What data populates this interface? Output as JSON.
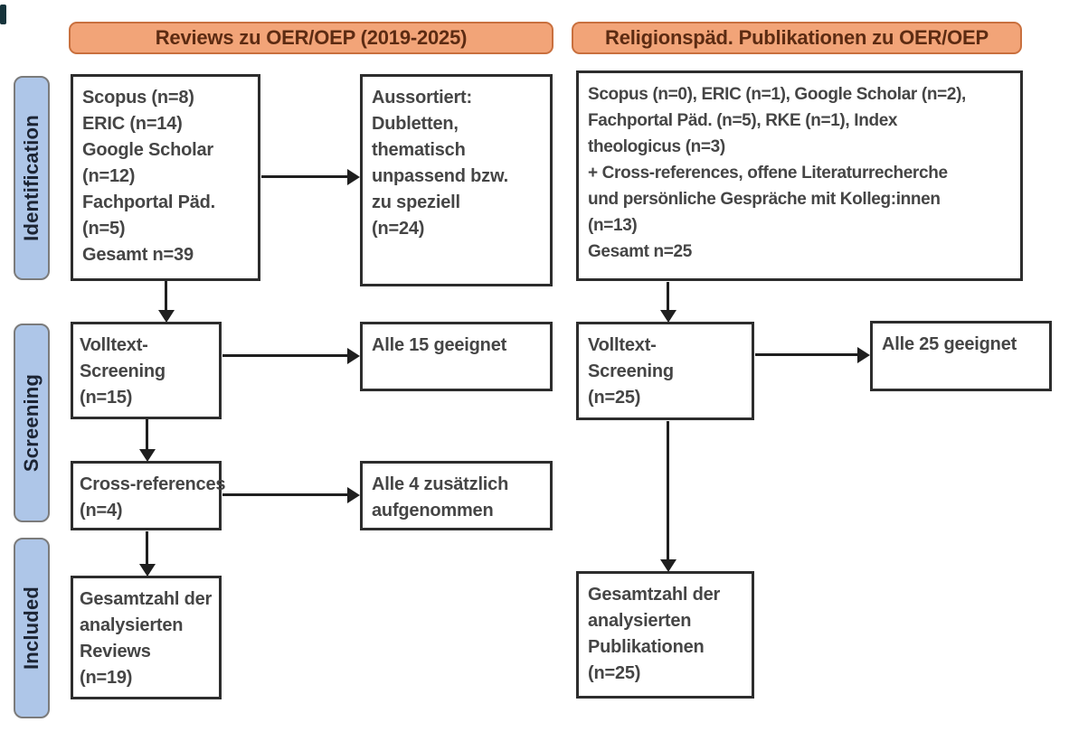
{
  "headers": {
    "left_group": "Reviews zu OER/OEP (2019-2025)",
    "right_group": "Religionspäd. Publikationen zu OER/OEP"
  },
  "stages": {
    "identification": "Identification",
    "screening": "Screening",
    "included": "Included"
  },
  "boxes": {
    "reviews_sources": {
      "lines": [
        "Scopus (n=8)",
        "ERIC (n=14)",
        "Google Scholar",
        "(n=12)",
        "Fachportal Päd.",
        "(n=5)",
        "Gesamt n=39"
      ]
    },
    "reviews_excluded": {
      "lines": [
        "Aussortiert:",
        "Dubletten,",
        "thematisch",
        "unpassend bzw.",
        "zu speziell",
        "(n=24)"
      ]
    },
    "reviews_fulltext": {
      "lines": [
        "Volltext-",
        "Screening",
        "(n=15)"
      ]
    },
    "reviews_fulltext_result": {
      "lines": [
        "Alle 15 geeignet"
      ]
    },
    "reviews_crossref": {
      "lines": [
        "Cross-references",
        "(n=4)"
      ]
    },
    "reviews_crossref_result": {
      "lines": [
        "Alle 4 zusätzlich",
        "aufgenommen"
      ]
    },
    "reviews_included": {
      "lines": [
        "Gesamtzahl der",
        "analysierten",
        "Reviews",
        "(n=19)"
      ]
    },
    "pubs_sources": {
      "lines": [
        "Scopus (n=0), ERIC (n=1), Google Scholar (n=2),",
        "Fachportal Päd. (n=5), RKE (n=1), Index",
        "theologicus (n=3)",
        "+ Cross-references, offene Literaturrecherche",
        "und persönliche Gespräche mit Kolleg:innen",
        "(n=13)",
        "Gesamt n=25"
      ]
    },
    "pubs_fulltext": {
      "lines": [
        "Volltext-",
        "Screening",
        "(n=25)"
      ]
    },
    "pubs_fulltext_result": {
      "lines": [
        "Alle 25 geeignet"
      ]
    },
    "pubs_included": {
      "lines": [
        "Gesamtzahl der",
        "analysierten",
        "Publikationen",
        "(n=25)"
      ]
    }
  },
  "colors": {
    "header_fill": "#F2A478",
    "header_border": "#C9703E",
    "header_text": "#5C2B12",
    "stage_fill": "#AEC6E8",
    "stage_border": "#7B7B7B",
    "stage_text": "#1C2433",
    "box_border": "#2D2D2D",
    "box_text": "#454545",
    "arrow": "#1F1F1F",
    "background": "#FFFFFF"
  }
}
